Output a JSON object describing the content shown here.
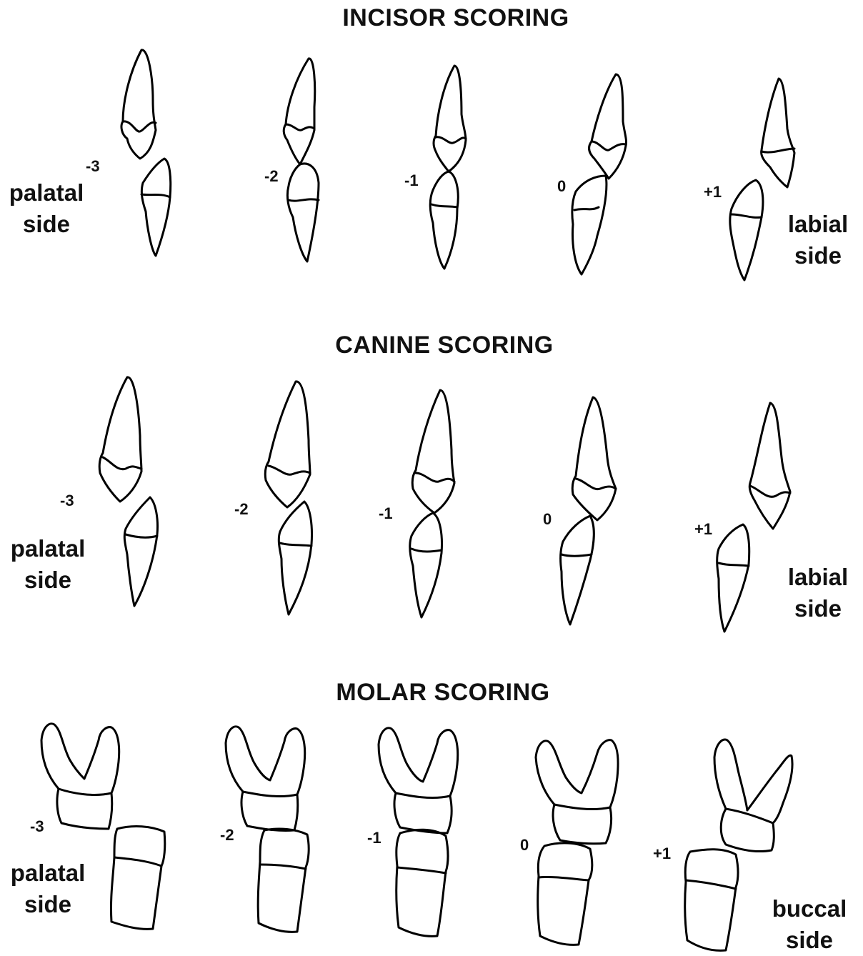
{
  "sections": [
    {
      "title": "INCISOR SCORING",
      "left_side": [
        "palatal",
        "side"
      ],
      "right_side": [
        "labial",
        "side"
      ],
      "scores": [
        "-3",
        "-2",
        "-1",
        "0",
        "+1"
      ]
    },
    {
      "title": "CANINE SCORING",
      "left_side": [
        "palatal",
        "side"
      ],
      "right_side": [
        "labial",
        "side"
      ],
      "scores": [
        "-3",
        "-2",
        "-1",
        "0",
        "+1"
      ]
    },
    {
      "title": "MOLAR SCORING",
      "left_side": [
        "palatal",
        "side"
      ],
      "right_side": [
        "buccal",
        "side"
      ],
      "scores": [
        "-3",
        "-2",
        "-1",
        "0",
        "+1"
      ]
    }
  ]
}
